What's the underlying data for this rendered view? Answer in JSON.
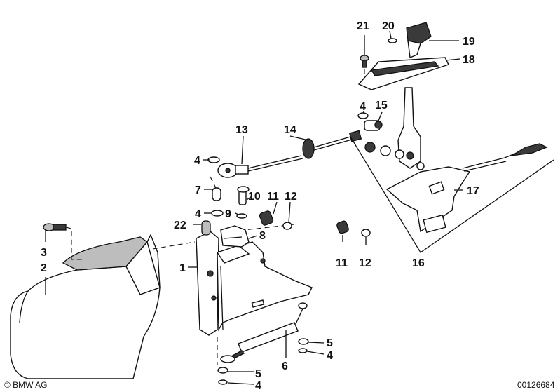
{
  "callouts": {
    "n1": "1",
    "n2": "2",
    "n3": "3",
    "n4a": "4",
    "n4b": "4",
    "n4c": "4",
    "n4d": "4",
    "n4e": "4",
    "n5a": "5",
    "n5b": "5",
    "n6": "6",
    "n7": "7",
    "n8": "8",
    "n9": "9",
    "n10": "10",
    "n11a": "11",
    "n11b": "11",
    "n12a": "12",
    "n12b": "12",
    "n13": "13",
    "n14": "14",
    "n15": "15",
    "n16": "16",
    "n17": "17",
    "n18": "18",
    "n19": "19",
    "n20": "20",
    "n21": "21",
    "n22": "22"
  },
  "footer": {
    "copyright": "© BMW AG",
    "diagram_id": "00126684"
  },
  "colors": {
    "ink": "#111111",
    "background": "#ffffff"
  }
}
